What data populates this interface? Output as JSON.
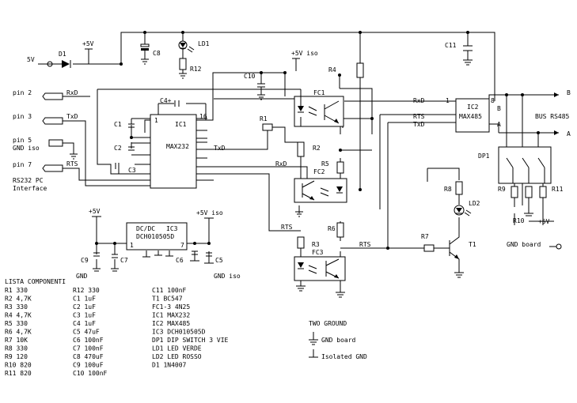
{
  "labels": {
    "v5_in": "5V",
    "d1": "D1",
    "plus5v_top": "+5V",
    "c8": "C8",
    "ld1": "LD1",
    "r12": "R12",
    "v5_iso_top": "+5V iso",
    "c10": "C10",
    "r4": "R4",
    "c11": "C11",
    "fc1": "FC1",
    "c4": "C4+",
    "ic1": "IC1",
    "ic1_name": "MAX232",
    "pin1": "1",
    "pin16": "16",
    "c1": "C1",
    "c2": "C2",
    "c3": "C3",
    "txd_ic1": "TxD",
    "rxd_ic1": "RxD",
    "r1": "R1",
    "r2": "R2",
    "fc2": "FC2",
    "r5": "R5",
    "r6": "R6",
    "rts_mid": "RTS",
    "r3": "R3",
    "fc3": "FC3",
    "rts_bot": "RTS",
    "r7": "R7",
    "t1": "T1",
    "r8": "R8",
    "ld2": "LD2",
    "ic2": "IC2",
    "ic2_name": "MAX485",
    "ic2_pin1": "1",
    "ic2_pin8": "8",
    "rxd_ic2": "RxD",
    "rts_ic2": "RTS",
    "txd_ic2": "TxD",
    "b_pin": "B",
    "a_pin": "A",
    "bus_b": "B",
    "bus_a": "A",
    "bus_rs485": "BUS RS485",
    "dp1": "DP1",
    "r9": "R9",
    "r10": "R10",
    "r11": "R11",
    "plus5v_dp": "+5V",
    "gnd_board": "GND board",
    "pin2": "pin 2",
    "pin2_sig": "RxD",
    "pin3": "pin 3",
    "pin3_sig": "TxD",
    "pin5": "pin 5",
    "pin5_sig": "GND iso",
    "pin7": "pin 7",
    "pin7_sig": "RTS",
    "rs232_1": "RS232 PC",
    "rs232_2": "Interface",
    "plus5v_ps": "+5V",
    "plus5v_iso_ps": "+5V iso",
    "dcdc": "DC/DC",
    "ic3": "IC3",
    "ic3_name": "DCH010505D",
    "ic3_pin1": "1",
    "ic3_pin7": "7",
    "c9": "C9",
    "c7": "C7",
    "c6": "C6",
    "c5": "C5",
    "gnd": "GND",
    "gnd_iso": "GND iso",
    "two_ground": "TWO GROUND",
    "legend_gnd_board": "GND board",
    "legend_iso_gnd": "Isolated GND"
  },
  "components_title": "LISTA COMPONENTI",
  "components_col1": [
    "R1 330",
    "R2 4,7K",
    "R3 330",
    "R4 4,7K",
    "R5 330",
    "R6 4,7K",
    "R7 10K",
    "R8 330",
    "R9 120",
    "R10 820",
    "R11 820"
  ],
  "components_col2": [
    "R12 330",
    "C1 1uF",
    "C2 1uF",
    "C3 1uF",
    "C4 1uF",
    "C5 47uF",
    "C6 100nF",
    "C7 100nF",
    "C8 470uF",
    "C9 100uF",
    "C10 100nF"
  ],
  "components_col3": [
    "C11 100nF",
    "T1 BC547",
    "FC1-3 4N25",
    "IC1 MAX232",
    "IC2 MAX485",
    "IC3 DCH010505D",
    "DP1 DIP SWITCH 3 VIE",
    "LD1 LED VERDE",
    "LD2 LED ROSSO",
    "D1 1N4007"
  ]
}
